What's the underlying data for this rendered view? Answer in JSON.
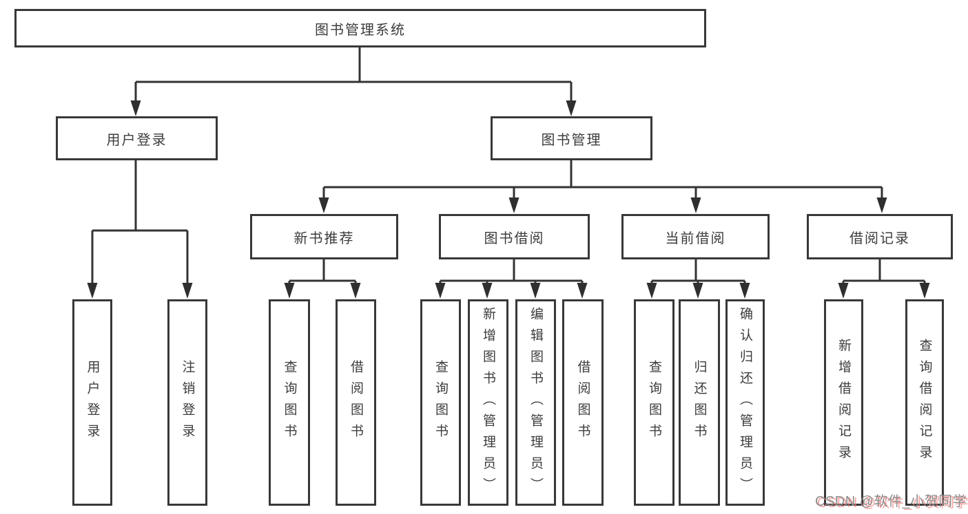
{
  "tree": {
    "root": "图书管理系统",
    "branches": [
      {
        "label": "用户登录",
        "children": [
          {
            "label": "用户登录"
          },
          {
            "label": "注销登录"
          }
        ]
      },
      {
        "label": "图书管理",
        "children": [
          {
            "label": "新书推荐",
            "children": [
              {
                "label": "查询图书"
              },
              {
                "label": "借阅图书"
              }
            ]
          },
          {
            "label": "图书借阅",
            "children": [
              {
                "label": "查询图书"
              },
              {
                "label": "新增图书（管理员）"
              },
              {
                "label": "编辑图书（管理员）"
              },
              {
                "label": "借阅图书"
              }
            ]
          },
          {
            "label": "当前借阅",
            "children": [
              {
                "label": "查询图书"
              },
              {
                "label": "归还图书"
              },
              {
                "label": "确认归还（管理员）"
              }
            ]
          },
          {
            "label": "借阅记录",
            "children": [
              {
                "label": "新增借阅记录"
              },
              {
                "label": "查询借阅记录"
              }
            ]
          }
        ]
      }
    ]
  },
  "watermark": "CSDN @软件_小贺同学",
  "colors": {
    "background": "#ffffff",
    "line": "#333333",
    "box_border": "#383838",
    "text": "#3c3c3c",
    "watermark_text": "#8d8d8d",
    "watermark_shadow": "#f48181"
  }
}
